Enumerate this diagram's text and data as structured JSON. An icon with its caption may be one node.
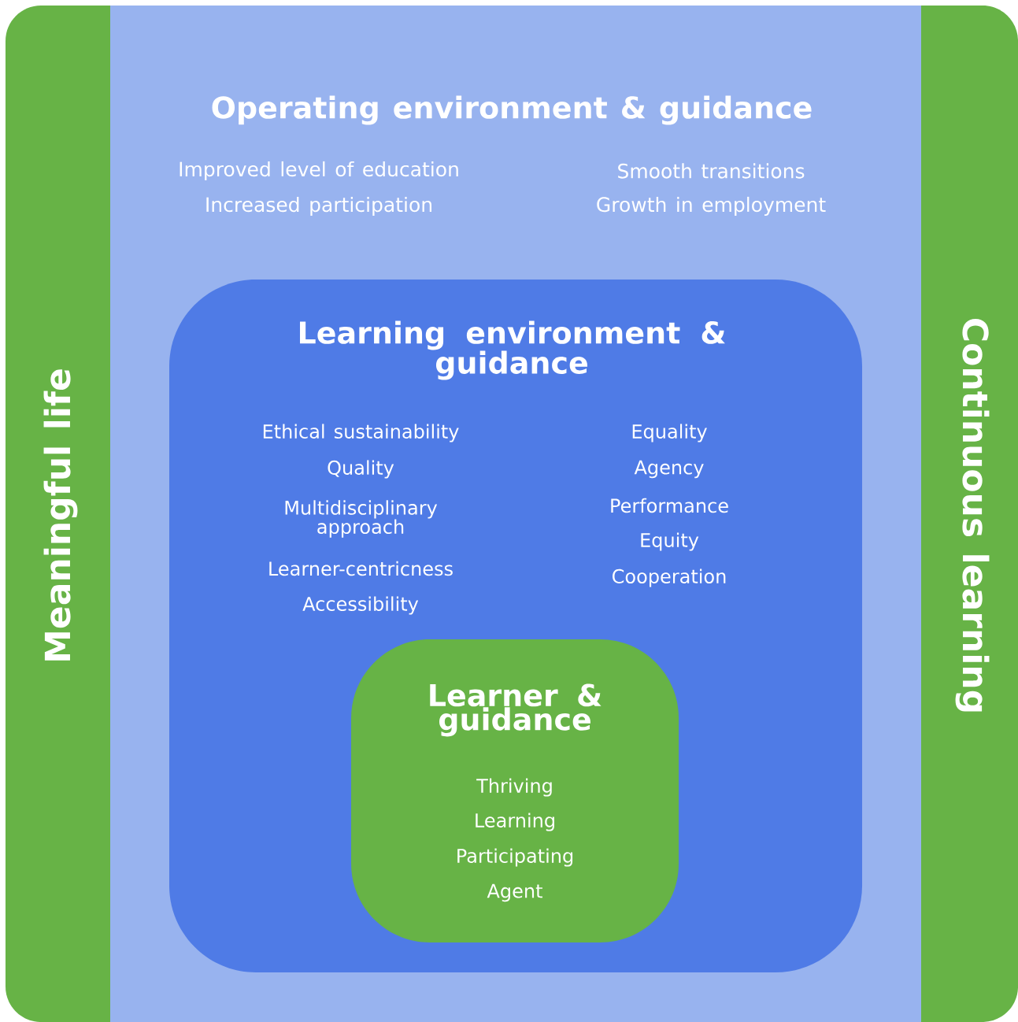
{
  "diagram": {
    "nodes": [
      {
        "text": [
          "Meaningful life",
          "Continuous learning"
        ]
      },
      {
        "text": [
          "Operating environment & guidance",
          "Improved level of education",
          "Increased participation",
          "Smooth transitions",
          "Growth in employment"
        ],
        "in": 0
      },
      {
        "text": [
          "Learning environment & guidance",
          "Ethical sustainability",
          "Quality",
          "Multidisciplinary approach",
          "Learner-centricness",
          "Accessibility",
          "Equality",
          "Agency",
          "Performance",
          "Equity",
          "Cooperation"
        ],
        "in": 1
      },
      {
        "text": [
          "Learner & guidance",
          "Thriving",
          "Learning",
          "Participating",
          "Agent"
        ],
        "in": 2
      }
    ]
  }
}
